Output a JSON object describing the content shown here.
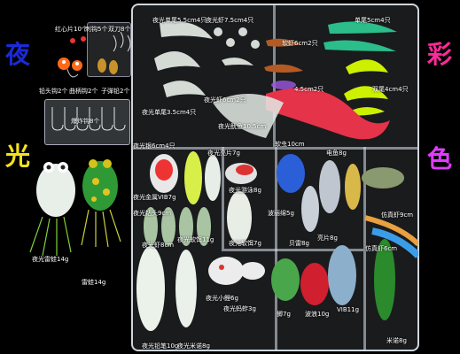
{
  "corner_text": {
    "top_left": "夜",
    "top_right": "彩",
    "mid_left": "光",
    "mid_right": "色"
  },
  "colors": {
    "top_left": "#1a2bd8",
    "top_right": "#ff2a9a",
    "mid_left": "#f4e21b",
    "mid_right": "#e23cff"
  },
  "labels": {
    "hongxin": "红心片10个",
    "ciguo": "刺钩5个",
    "shuangdao": "双刀8个",
    "qiantou": "铅头钩2个",
    "qubing": "曲柄钩2个",
    "zidan": "子弹铅2个",
    "maocheng": "爆炸钩8个",
    "yg_danwei1": "夜光单尾5.5cm4只",
    "yg_xia": "夜光虾7.5cm4只",
    "danwei": "单尾5cm4只",
    "ruanxia": "软虾6cm2只",
    "zhangyu": "4.5cm2只",
    "shuangwei": "双尾4cm4只",
    "yg_danwei2": "夜光单尾3.5cm4只",
    "yg_xia2": "夜光虾6cm2只",
    "yg_zhang": "夜光鱿鱼10.5cm",
    "ruanchong": "软虫10cm",
    "yg_yaoyao": "夜光银6cm4只",
    "yg_qiwa": "夜光雷蛙14g",
    "leiwa": "雷蛙14g",
    "jinyin": "夜光金属VIB7g",
    "yg_weibei": "夜光亮片7g",
    "yg_zuan": "夜光钻头9cm",
    "yg_haoyu": "夜光游泳8g",
    "bolinmian": "波丽绵5g",
    "jinshu": "亮片8g",
    "yg_xia3": "夜光虾8cm",
    "yg_ruanyu": "夜光软饵11g",
    "yg_ruanyu2": "夜光软饵7g",
    "bei": "贝雷8g",
    "shrimp_lbl": "仿真虾9cm",
    "fangzhen": "仿真虾6cm",
    "yg_xiaoyu": "夜光小鲤6g",
    "yg_bosha": "夜光蚂蚱3g",
    "yg_qianbi": "夜光铅笔10g",
    "yg_minuo": "夜光米诺8g",
    "mi7": "鲫7g",
    "bolang": "波浪10g",
    "vib": "VIB11g",
    "minuo": "米诺8g",
    "dian": "电鱼8g"
  }
}
